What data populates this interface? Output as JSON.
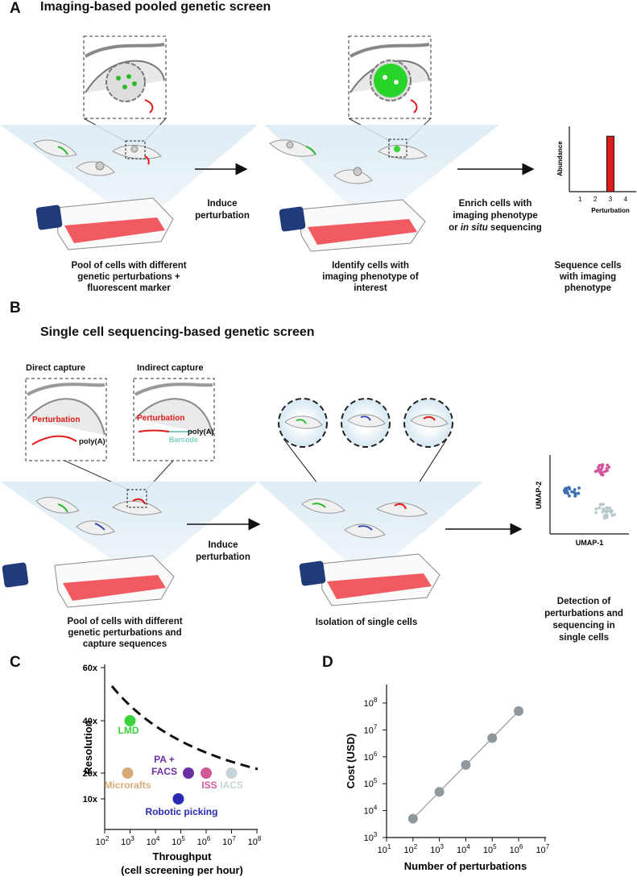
{
  "panelA": {
    "letter": "A",
    "title": "Imaging-based pooled genetic screen",
    "step1_caption": [
      "Pool of cells with different",
      "genetic perturbations +",
      "fluorescent marker"
    ],
    "arrow1_label": [
      "Induce",
      "perturbation"
    ],
    "step2_caption": [
      "Identify cells with",
      "imaging phenotype of",
      "interest"
    ],
    "arrow2_label_line1": "Enrich cells with",
    "arrow2_label_line2": "imaging phenotype",
    "arrow2_label_line3_prefix": "or ",
    "arrow2_label_line3_italic": "in situ",
    "arrow2_label_line3_suffix": " sequencing",
    "step3_caption": [
      "Sequence cells",
      "with imaging",
      "phenotype"
    ],
    "chart_data": {
      "type": "bar",
      "categories": [
        "1",
        "2",
        "3",
        "4"
      ],
      "values": [
        0,
        0,
        0.85,
        0
      ],
      "xlabel": "Perturbation",
      "ylabel": "Abundance",
      "ylim": [
        0,
        1
      ],
      "bar_color": "#e01b1b"
    }
  },
  "panelB": {
    "letter": "B",
    "title": "Single cell sequencing-based genetic screen",
    "direct_capture_label": "Direct capture",
    "indirect_capture_label": "Indirect capture",
    "perturbation_label": "Perturbation",
    "polya_label": "poly(A)",
    "barcode_label": "Barcode",
    "arrow1_label": [
      "Induce",
      "perturbation"
    ],
    "step1_caption": [
      "Pool of cells with different",
      "genetic perturbations and",
      "capture sequences"
    ],
    "step2_caption": [
      "Isolation of single cells"
    ],
    "step3_caption": [
      "Detection of",
      "perturbations and",
      "sequencing in",
      "single cells"
    ],
    "umap": {
      "xlabel": "UMAP-1",
      "ylabel": "UMAP-2",
      "colors": [
        "#3d6fb0",
        "#d2579a",
        "#b8c8cc"
      ]
    }
  },
  "panelC": {
    "letter": "C",
    "chart_data": {
      "type": "scatter",
      "xlabel": "Throughput",
      "xlabel2": "(cell screening per hour)",
      "ylabel": "Resolution",
      "x_scale": "log",
      "x_ticks": [
        "10^2",
        "10^3",
        "10^4",
        "10^5",
        "10^6",
        "10^7",
        "10^8"
      ],
      "y_ticks": [
        "10x",
        "20x",
        "40x",
        "60x"
      ],
      "points": [
        {
          "name": "LMD",
          "x": 1000,
          "y": 40,
          "color": "#3bd33b"
        },
        {
          "name": "Microrafts",
          "x": 800,
          "y": 20,
          "color": "#d8aa7a"
        },
        {
          "name": "PA + FACS",
          "x": 200000,
          "y": 20,
          "color": "#6b2fa3"
        },
        {
          "name": "ISS",
          "x": 1000000,
          "y": 20,
          "color": "#d2579a"
        },
        {
          "name": "IACS",
          "x": 10000000,
          "y": 20,
          "color": "#c6d3d8"
        },
        {
          "name": "Robotic picking",
          "x": 80000,
          "y": 10,
          "color": "#2a2ab0"
        }
      ],
      "label_pa": "PA +",
      "label_facs": "FACS"
    }
  },
  "panelD": {
    "letter": "D",
    "chart_data": {
      "type": "line",
      "xlabel": "Number of perturbations",
      "ylabel": "Cost (USD)",
      "x_scale": "log",
      "y_scale": "log",
      "x": [
        100,
        1000,
        10000,
        100000,
        1000000
      ],
      "y": [
        5000,
        50000,
        500000,
        5000000,
        50000000
      ],
      "x_ticks": [
        "10",
        "10",
        "10",
        "10",
        "10",
        "10",
        "10"
      ],
      "x_exps": [
        "1",
        "2",
        "3",
        "4",
        "5",
        "6",
        "7"
      ],
      "y_ticks": [
        "10",
        "10",
        "10",
        "10",
        "10",
        "10"
      ],
      "y_exps": [
        "3",
        "4",
        "5",
        "6",
        "7",
        "8"
      ],
      "color": "#8f999d"
    }
  }
}
